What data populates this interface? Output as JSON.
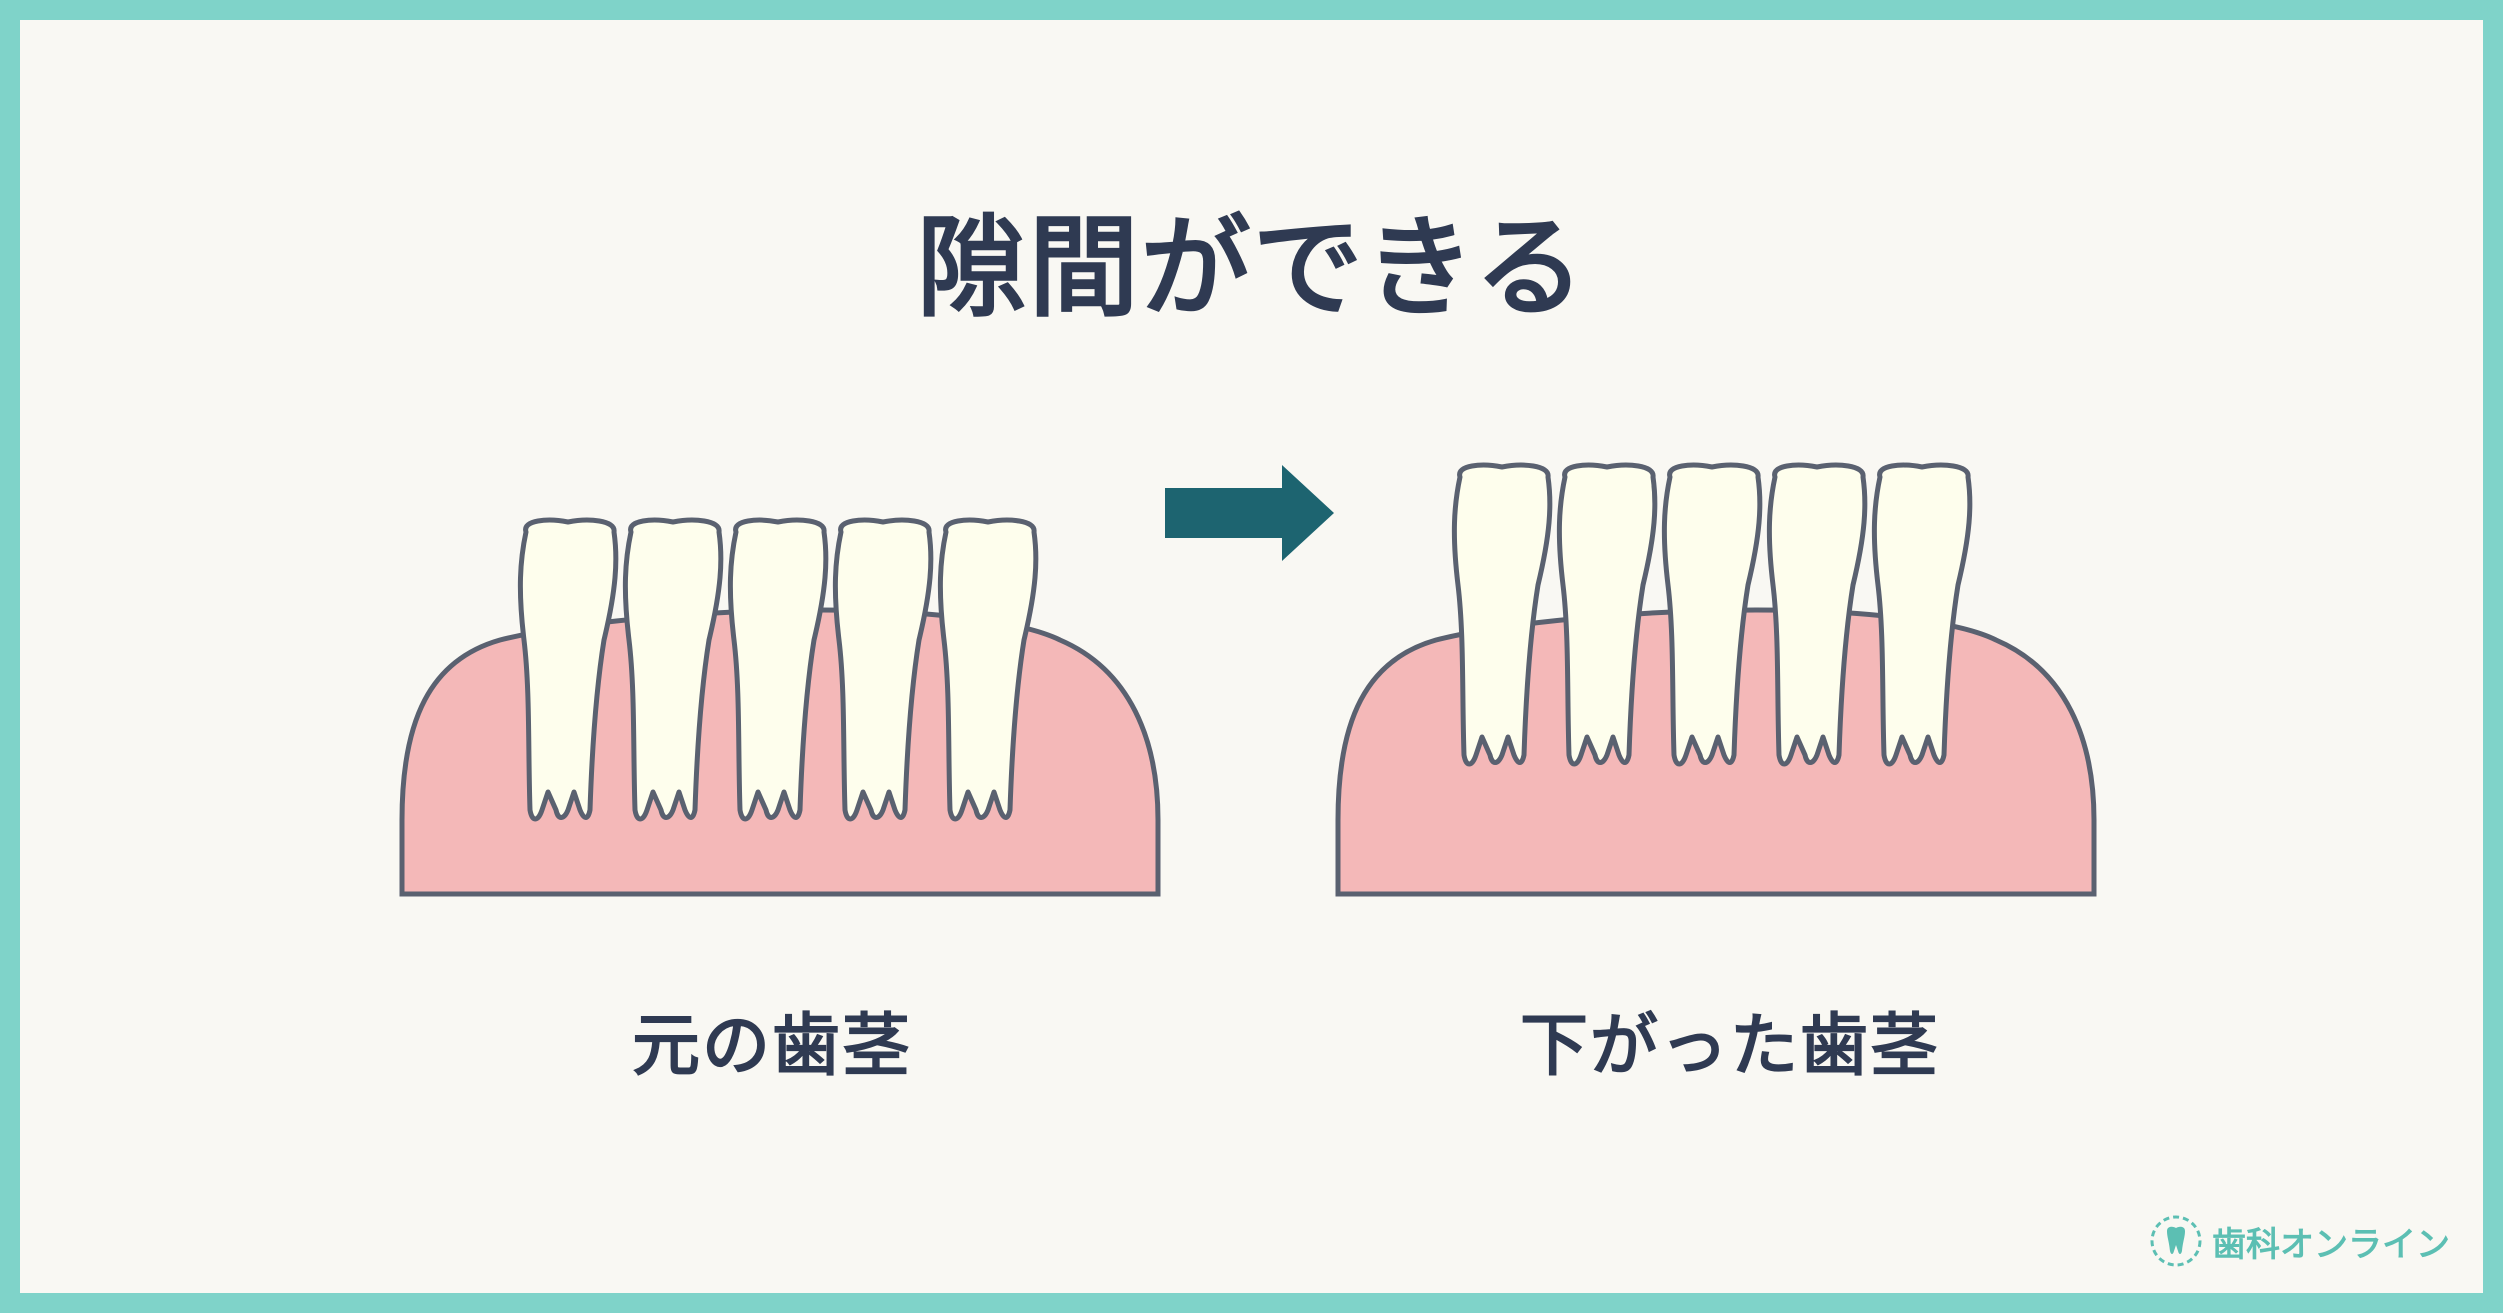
{
  "title": "隙間ができる",
  "labels": {
    "before": "元の歯茎",
    "after": "下がった歯茎"
  },
  "logo": {
    "text": "歯科オンライン",
    "icon": "tooth-laurel-icon"
  },
  "colors": {
    "frame": "#7fd3c9",
    "background": "#f9f8f3",
    "title_text": "#2f3a52",
    "title_highlight": "#fbd887",
    "gum": "#f4b8b8",
    "tooth": "#fefeed",
    "outline": "#5a6170",
    "arrow": "#1d6470",
    "logo": "#5cbfb3"
  },
  "arrow_icon": "right-arrow-icon"
}
